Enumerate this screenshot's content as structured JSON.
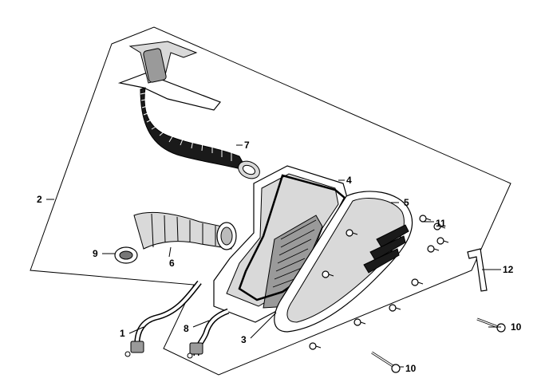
{
  "callouts": {
    "c1": "1",
    "c2": "2",
    "c3": "3",
    "c4": "4",
    "c5": "5",
    "c6": "6",
    "c7": "7",
    "c8": "8",
    "c9": "9",
    "c10a": "10",
    "c10b": "10",
    "c11": "11",
    "c12": "12"
  }
}
